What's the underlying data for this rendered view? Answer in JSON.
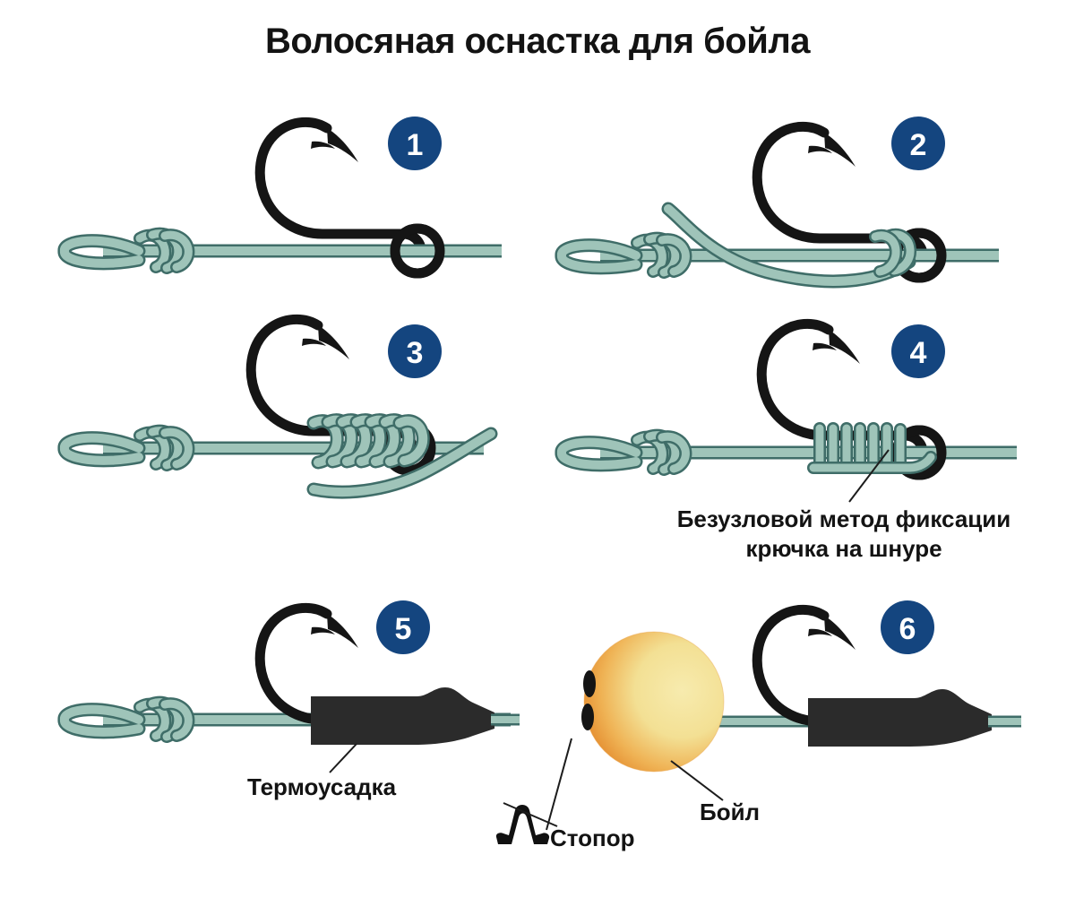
{
  "title": "Волосяная оснастка для бойла",
  "colors": {
    "badge_blue": "#14457f",
    "badge_text": "#ffffff",
    "cord_fill": "#9fc4b9",
    "cord_stroke": "#3f6d68",
    "hook_black": "#151515",
    "shrink_tube": "#2b2b2b",
    "boilie_orange": "#e8882b",
    "boilie_yellow": "#f3e49b",
    "stopper_black": "#111111",
    "text": "#131313",
    "background": "#ffffff"
  },
  "steps": [
    {
      "number": "1",
      "name": "hook-and-line",
      "description": "Крючок и шнур с петлёй"
    },
    {
      "number": "2",
      "name": "line-through-eye",
      "description": "Шнур пропущен через ушко"
    },
    {
      "number": "3",
      "name": "wraps-on-shank",
      "description": "Витки на цевье крючка"
    },
    {
      "number": "4",
      "name": "knotless-finished",
      "description": "Готовый безузловой узел"
    },
    {
      "number": "5",
      "name": "shrink-tube-added",
      "description": "Надета термоусадка"
    },
    {
      "number": "6",
      "name": "boilie-mounted",
      "description": "Бойл на волосе со стопором"
    }
  ],
  "captions": {
    "knotless_line1": "Безузловой метод фиксации",
    "knotless_line2": "крючка на шнуре",
    "shrink_tube": "Термоусадка",
    "boilie": "Бойл",
    "stopper": "Стопор"
  }
}
